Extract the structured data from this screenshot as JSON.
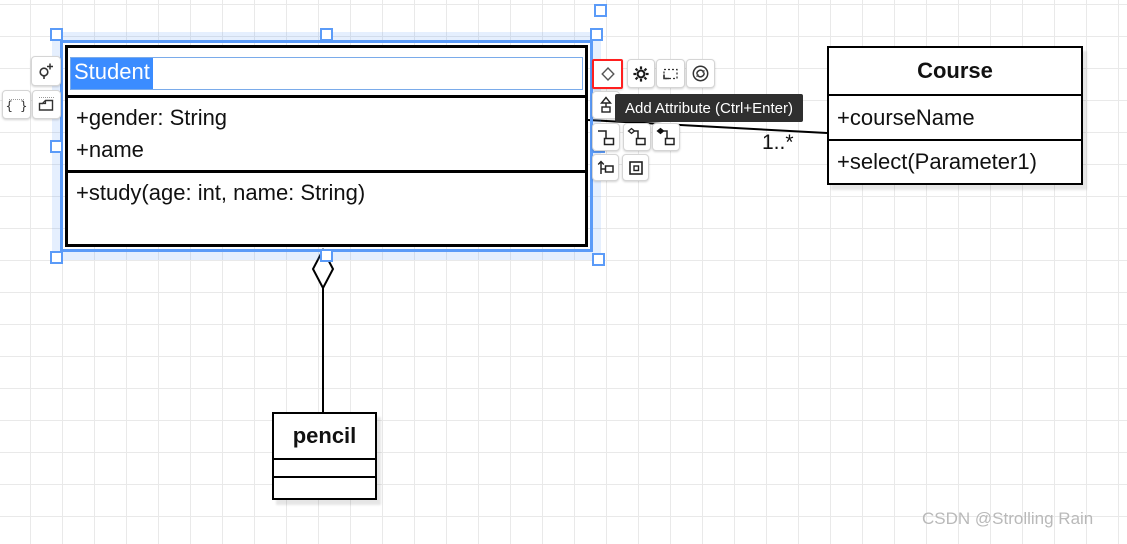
{
  "app": "uml-diagram-editor",
  "tooltip": {
    "text": "Add Attribute (Ctrl+Enter)",
    "bg": "#2f2f2f",
    "fg": "#ffffff"
  },
  "watermark": "CSDN @Strolling Rain",
  "classes": {
    "student": {
      "name": "Student",
      "attributes": [
        "+gender: String",
        "+name"
      ],
      "operations": [
        "+study(age: int, name: String)"
      ],
      "selected": true,
      "name_editing": true
    },
    "course": {
      "name": "Course",
      "attributes": [
        "+courseName"
      ],
      "operations": [
        "+select(Parameter1)"
      ]
    },
    "pencil": {
      "name": "pencil",
      "attributes": [],
      "operations": []
    }
  },
  "edges": {
    "student_course": {
      "type": "association",
      "label": "1..*"
    },
    "student_pencil": {
      "type": "aggregation",
      "label": ""
    }
  },
  "toolbar_right": {
    "buttons": [
      "add-attribute",
      "settings-gear",
      "edit-group",
      "replace-shape",
      "generalization",
      "association",
      "aggregation",
      "composition",
      "connect-child",
      "container"
    ],
    "highlighted": "add-attribute"
  },
  "toolbar_left": {
    "buttons": [
      "connection-point-add",
      "edit-style",
      "copy-style"
    ]
  },
  "colors": {
    "selection": "#5b9bf8",
    "text_highlight": "#3b8cff",
    "attention_border": "#ff1f1f",
    "grid": "#e9e9e9",
    "shape_border": "#000000"
  }
}
